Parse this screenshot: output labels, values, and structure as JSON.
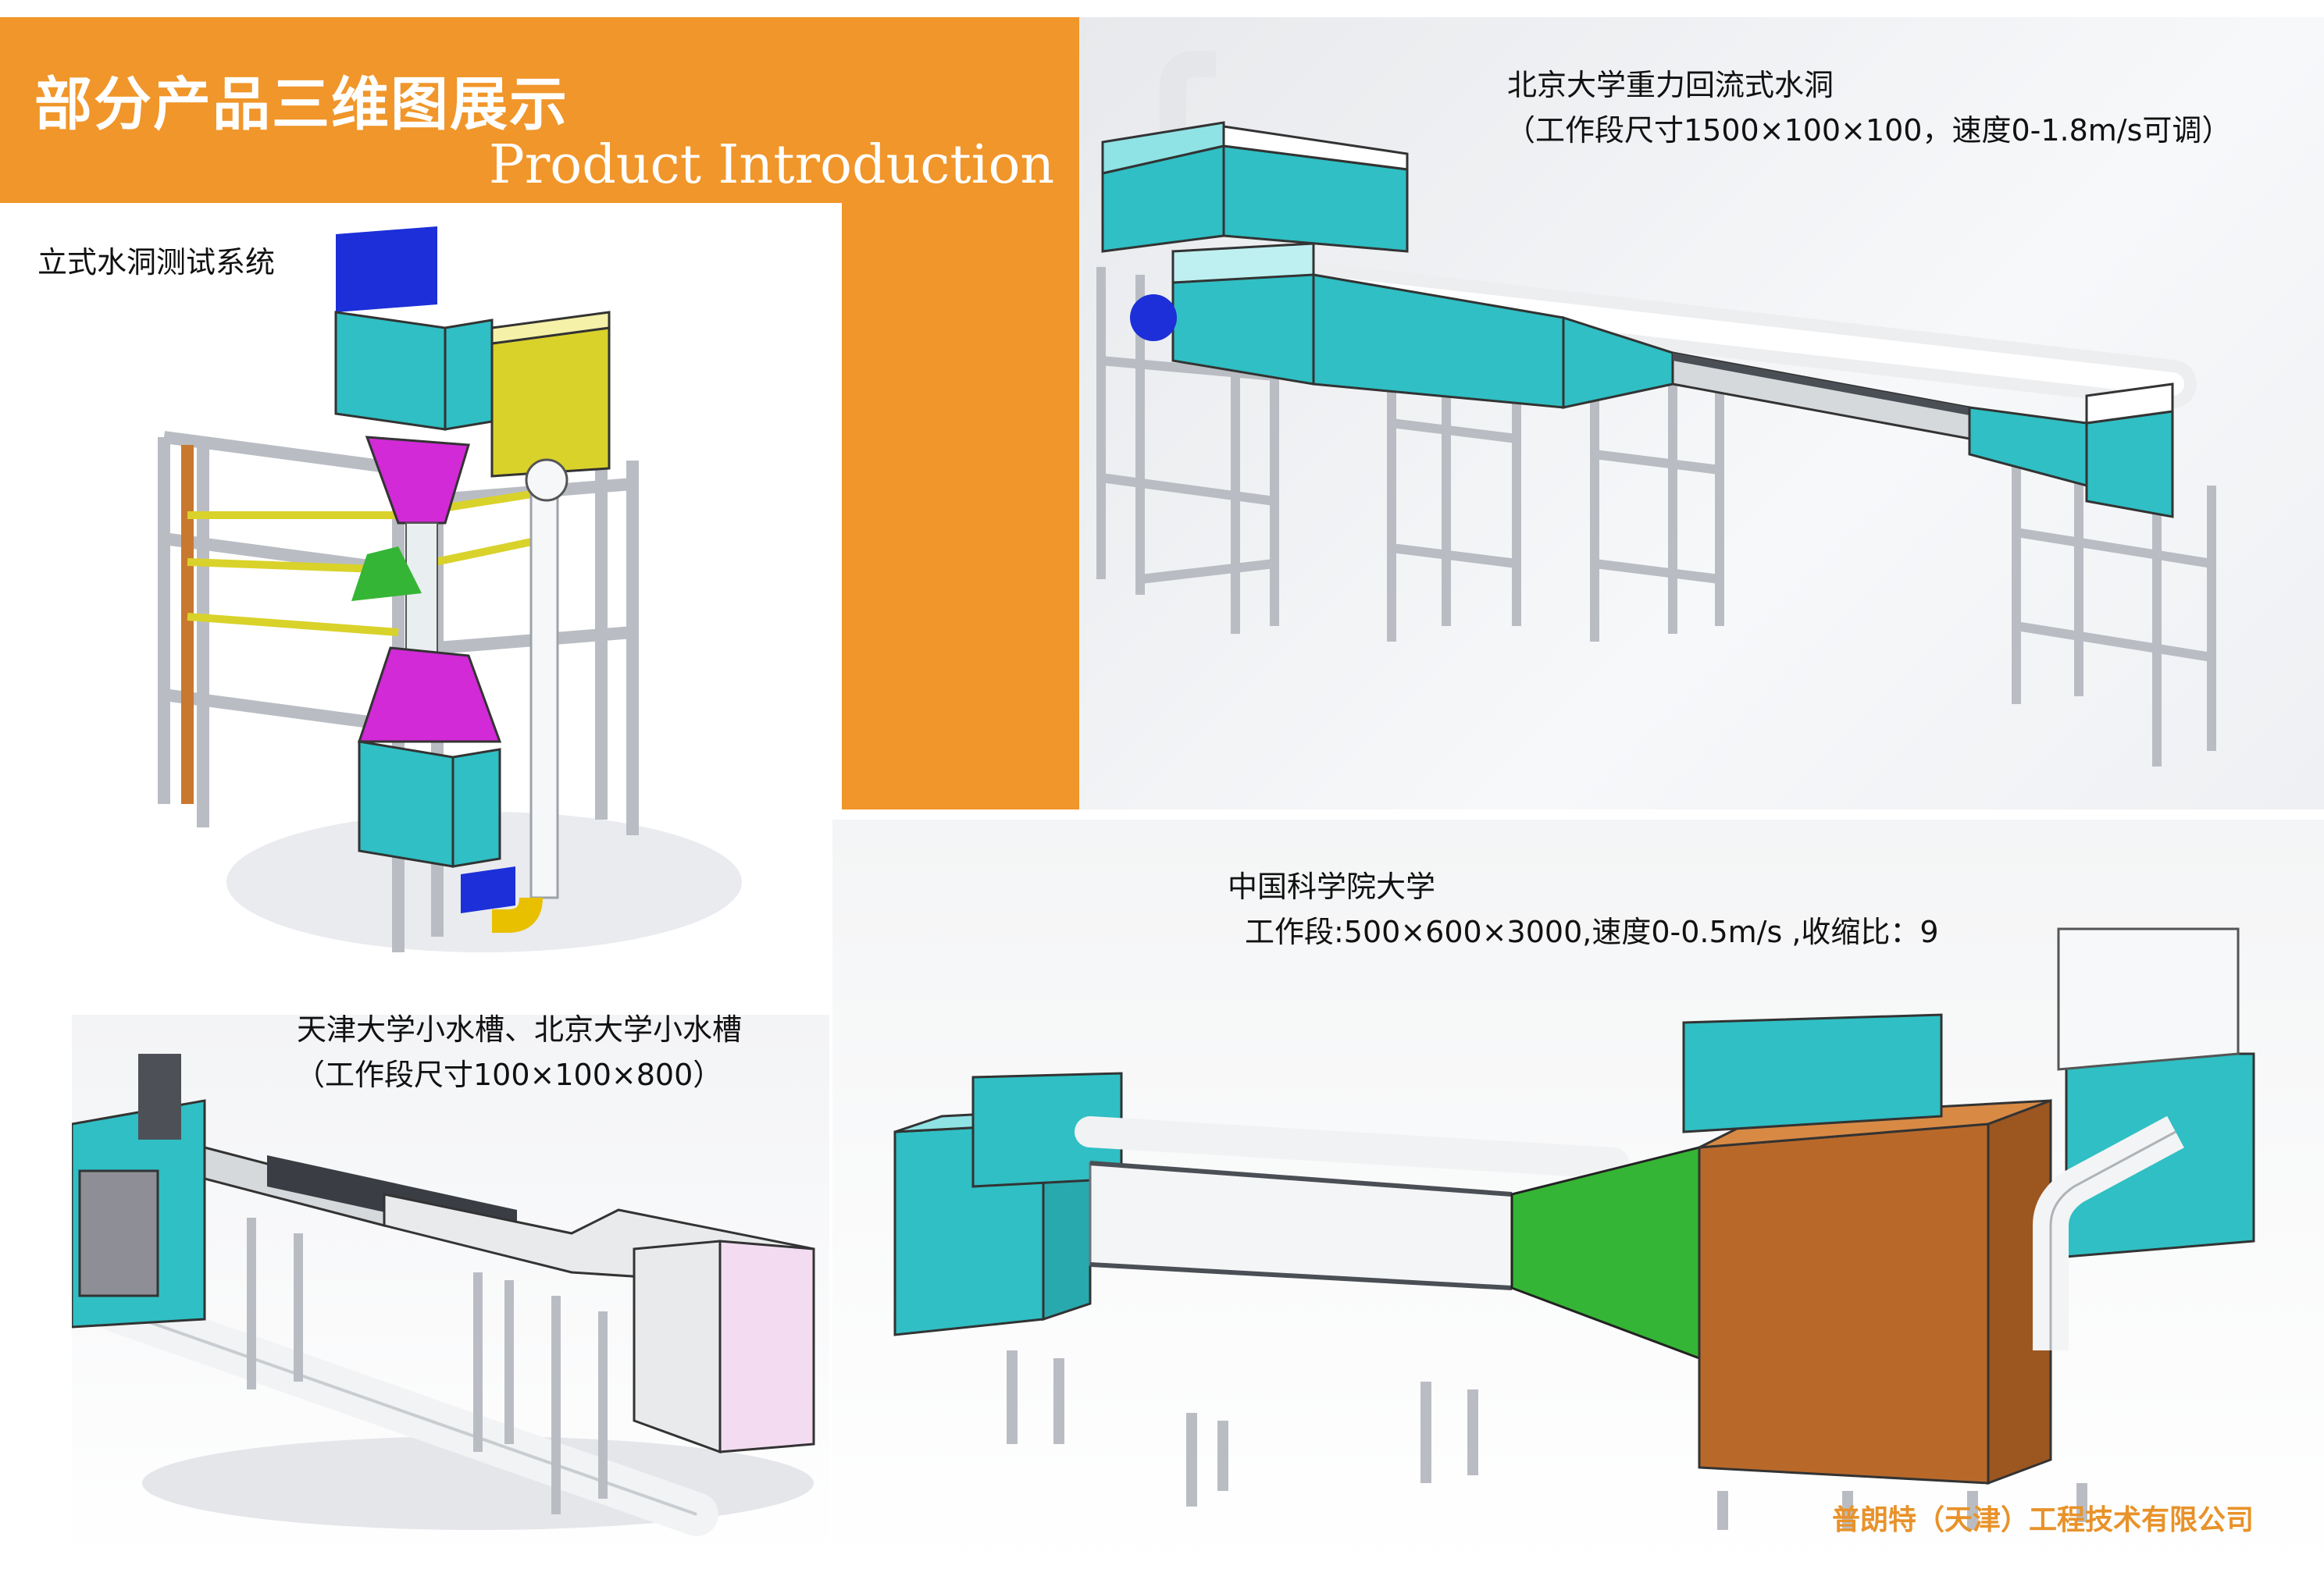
{
  "header": {
    "title_cn": "部分产品三维图展示",
    "title_en": "Product Introduction"
  },
  "products": {
    "vertical": {
      "caption": "立式水洞测试系统"
    },
    "pku_gravity": {
      "caption_line1": "北京大学重力回流式水洞",
      "caption_line2": "（工作段尺寸1500×100×100，速度0-1.8m/s可调）"
    },
    "small_flume": {
      "caption_line1": "天津大学小水槽、北京大学小水槽",
      "caption_line2": "（工作段尺寸100×100×800）"
    },
    "cas": {
      "caption_line1": "中国科学院大学",
      "caption_line2": "工作段:500×600×3000,速度0-0.5m/s ,收缩比：9"
    }
  },
  "footer": {
    "company": "普朗特（天津）工程技术有限公司"
  },
  "colors": {
    "banner": "#f0962a",
    "teal": "#2fbfc4",
    "frame_gray": "#b9bdc3",
    "magenta": "#d12ad6",
    "yellow": "#d9d22a",
    "green": "#35b535",
    "brown": "#b8692a",
    "blue": "#1c2fd8",
    "orange_strut": "#c9782f",
    "company_text": "#e8922a"
  }
}
